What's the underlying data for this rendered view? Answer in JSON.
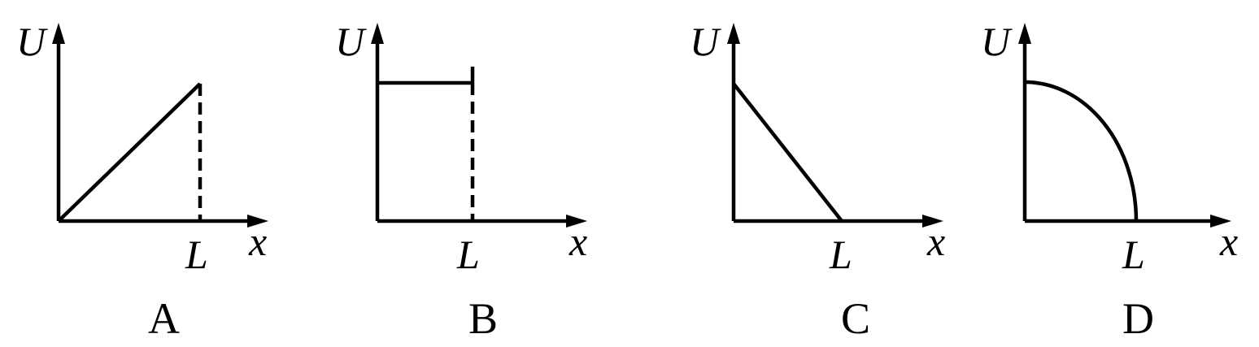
{
  "graphs": [
    {
      "id": "A",
      "option_label": "A",
      "y_axis_label": "U",
      "x_axis_label": "x",
      "x_tick_label": "L",
      "curve": "linear-increasing",
      "boundary_line": "dashed"
    },
    {
      "id": "B",
      "option_label": "B",
      "y_axis_label": "U",
      "x_axis_label": "x",
      "x_tick_label": "L",
      "curve": "constant",
      "boundary_line": "dashed"
    },
    {
      "id": "C",
      "option_label": "C",
      "y_axis_label": "U",
      "x_axis_label": "x",
      "x_tick_label": "L",
      "curve": "linear-decreasing",
      "boundary_line": "none"
    },
    {
      "id": "D",
      "option_label": "D",
      "y_axis_label": "U",
      "x_axis_label": "x",
      "x_tick_label": "L",
      "curve": "quarter-circle-decreasing",
      "boundary_line": "none"
    }
  ]
}
